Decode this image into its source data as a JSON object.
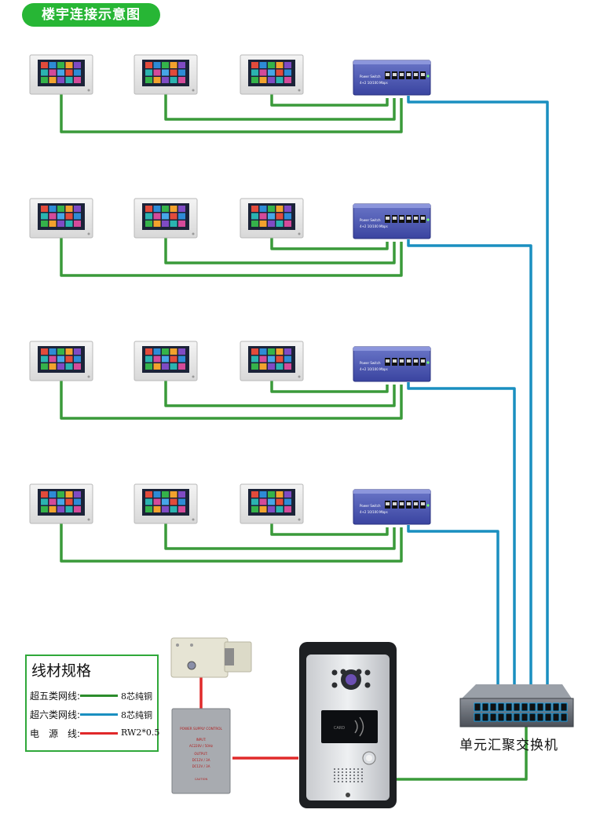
{
  "title": "楼宇连接示意图",
  "legend": {
    "title": "线材规格",
    "rows": [
      {
        "label": "超五类网线:",
        "spec": "8芯纯铜",
        "color": "#2c8c2c"
      },
      {
        "label": "超六类网线:",
        "spec": "8芯纯铜",
        "color": "#1a8fc0"
      },
      {
        "label": "电　源　线:",
        "spec": "RW2*0.5",
        "color": "#e0282a"
      }
    ]
  },
  "switch_label": "单元汇聚交换机",
  "colors": {
    "cat5": "#3a9a3a",
    "cat6": "#1a8fc0",
    "power": "#e02a2a",
    "accent": "#27b635"
  },
  "floors": 4,
  "monitors_per_floor": 3,
  "psu": {
    "header": "POWER SUPPLY CONTROL",
    "input_label": "INPUT:",
    "input_value": "AC220V / 50Hz",
    "output_label": "OUTPUT:",
    "output_1": "DC12V / 3A",
    "output_2": "DC12V / 3A",
    "caution": "CAUTION"
  },
  "card_label": "CARD",
  "poe_label_1": "Power Switch",
  "poe_label_2": "4+2 10/100 Mbps"
}
